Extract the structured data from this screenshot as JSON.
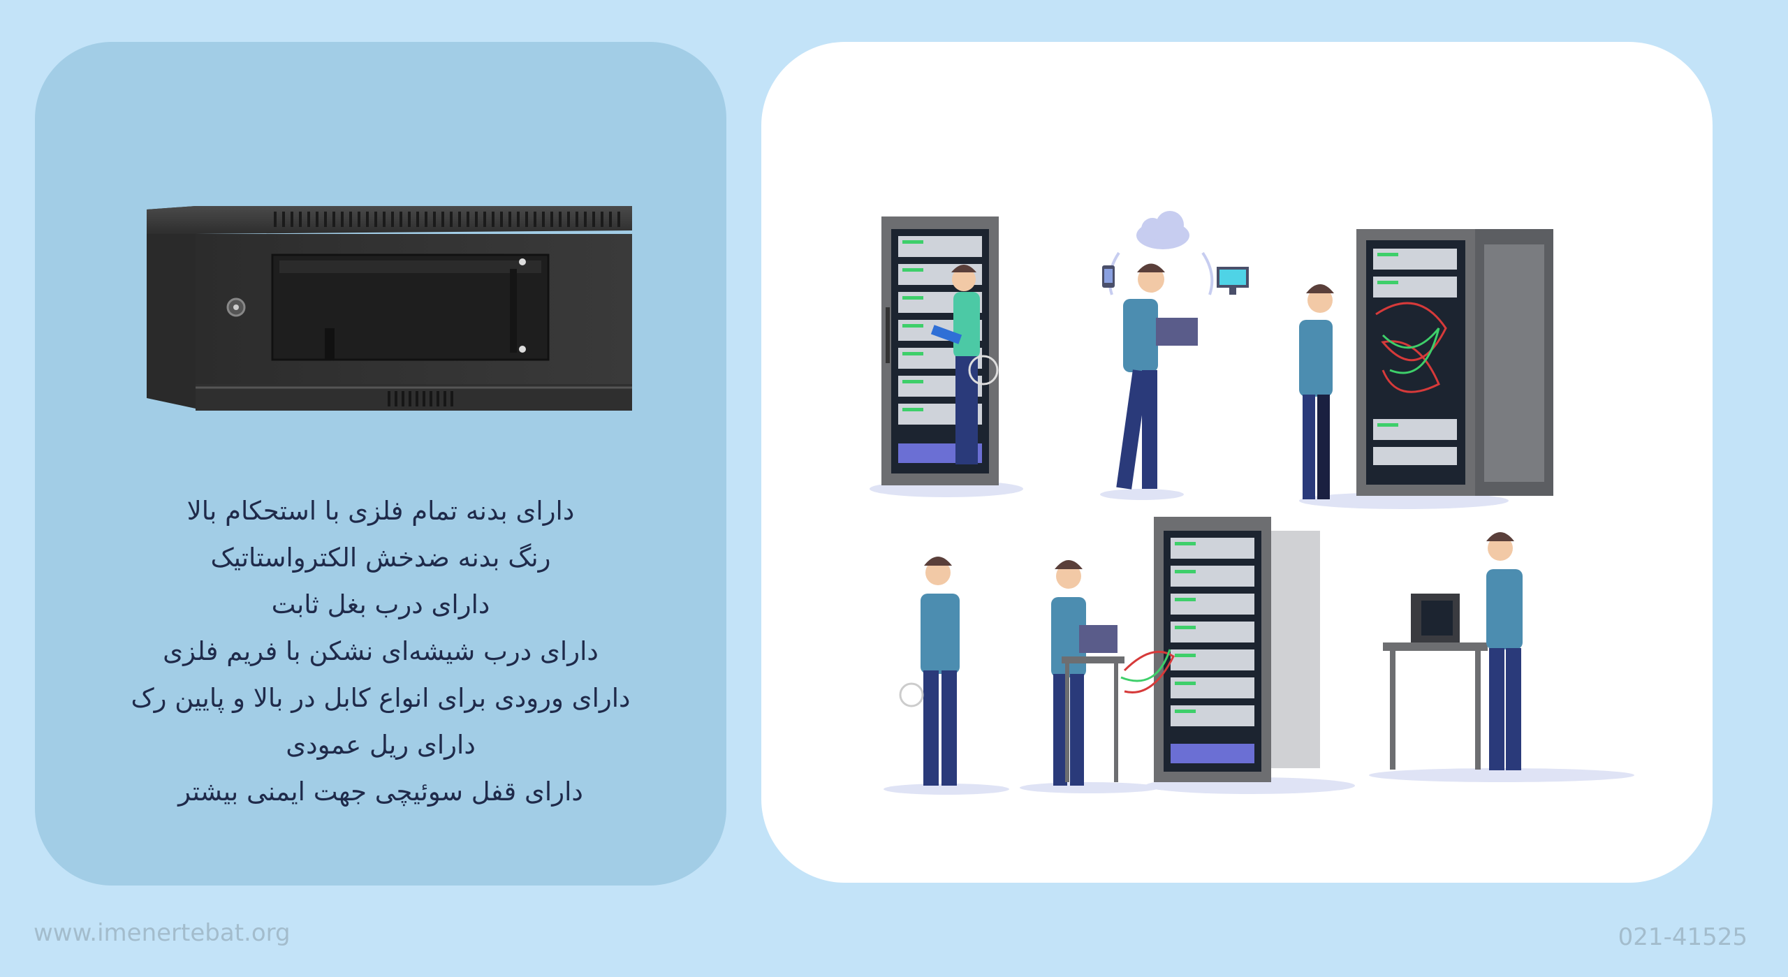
{
  "features": [
    "دارای بدنه تمام فلزی با استحکام بالا",
    "رنگ بدنه ضدخش الکترواستاتیک",
    "دارای درب بغل ثابت",
    "دارای درب شیشه‌ای نشکن با فریم فلزی",
    "دارای ورودی برای انواع کابل در بالا و پایین رک",
    "دارای ریل عمودی",
    "دارای قفل سوئیچی جهت ایمنی بیشتر"
  ],
  "footer": {
    "website": "www.imenertebat.org",
    "phone": "021-41525"
  },
  "colors": {
    "page_background": "#c3e3f8",
    "left_card": "#a2cde6",
    "right_card": "#ffffff",
    "text": "#1f2a4a",
    "footer_text": "#a3bccc"
  },
  "icons": [
    "wall-rack-cabinet-image",
    "server-technicians-illustration",
    "cloud-icon",
    "phone-icon",
    "monitor-icon"
  ]
}
